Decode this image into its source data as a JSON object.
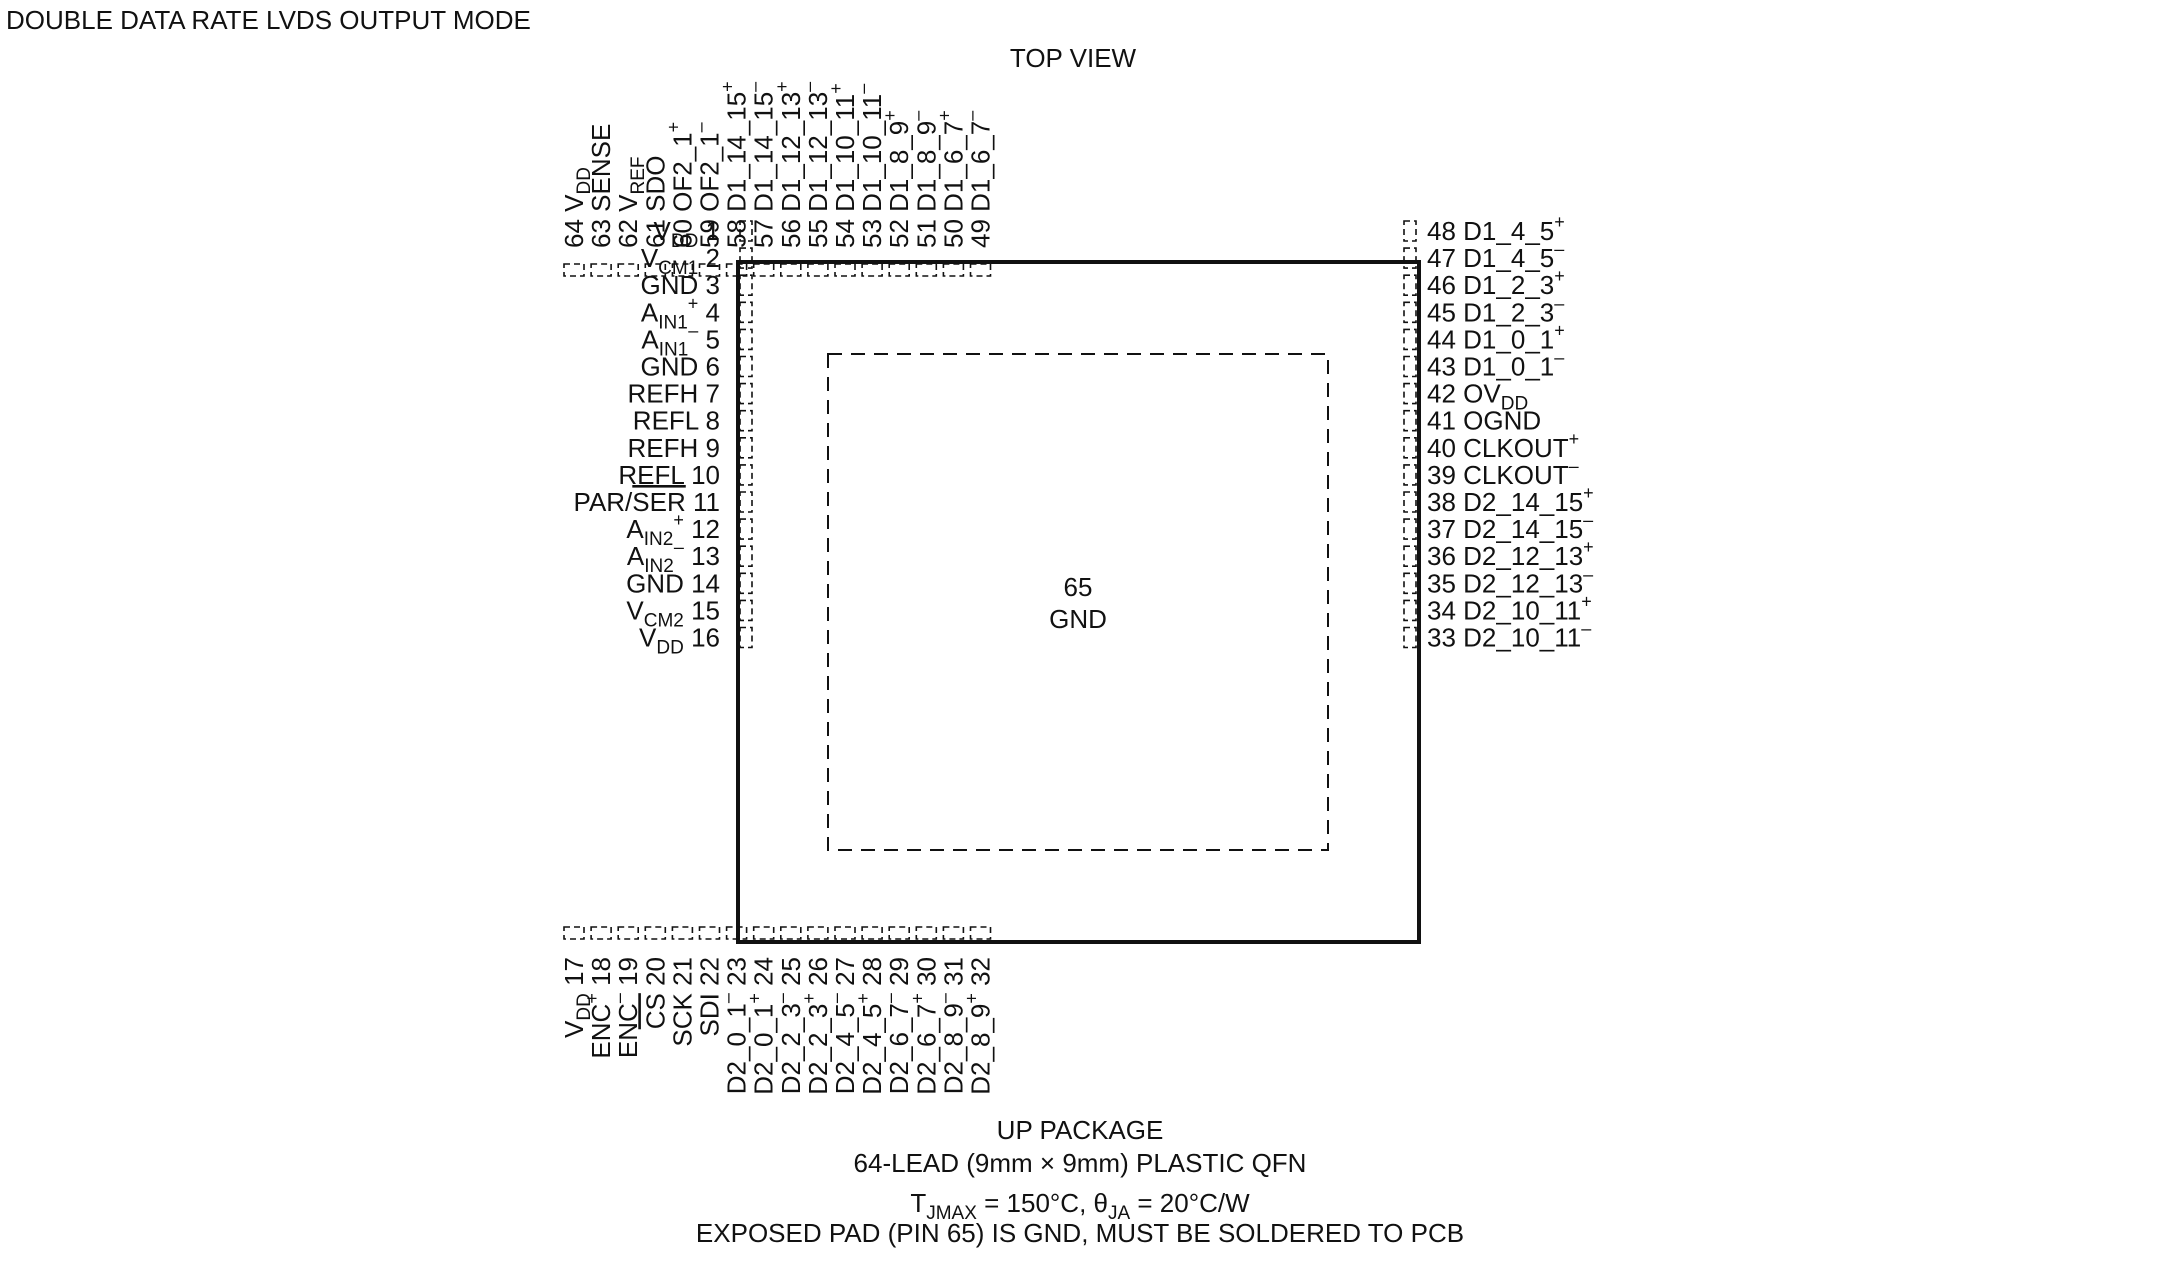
{
  "mode_title": "DOUBLE DATA RATE LVDS OUTPUT MODE",
  "view_label": "TOP VIEW",
  "center_pad": {
    "number": "65",
    "name": "GND"
  },
  "left_pins": [
    {
      "num": "1",
      "label": [
        {
          "t": "V"
        },
        {
          "t": "DD",
          "s": "sub"
        }
      ]
    },
    {
      "num": "2",
      "label": [
        {
          "t": "V"
        },
        {
          "t": "CM1",
          "s": "sub"
        }
      ]
    },
    {
      "num": "3",
      "label": [
        {
          "t": "GND"
        }
      ]
    },
    {
      "num": "4",
      "label": [
        {
          "t": "A"
        },
        {
          "t": "IN1",
          "s": "sub"
        },
        {
          "t": "+",
          "s": "sup"
        }
      ]
    },
    {
      "num": "5",
      "label": [
        {
          "t": "A"
        },
        {
          "t": "IN1",
          "s": "sub"
        },
        {
          "t": "–",
          "s": "sup"
        }
      ]
    },
    {
      "num": "6",
      "label": [
        {
          "t": "GND"
        }
      ]
    },
    {
      "num": "7",
      "label": [
        {
          "t": "REFH"
        }
      ]
    },
    {
      "num": "8",
      "label": [
        {
          "t": "REFL"
        }
      ]
    },
    {
      "num": "9",
      "label": [
        {
          "t": "REFH"
        }
      ]
    },
    {
      "num": "10",
      "label": [
        {
          "t": "REFL"
        }
      ]
    },
    {
      "num": "11",
      "label": [
        {
          "t": "PAR/"
        },
        {
          "t": "SER",
          "s": "over"
        }
      ]
    },
    {
      "num": "12",
      "label": [
        {
          "t": "A"
        },
        {
          "t": "IN2",
          "s": "sub"
        },
        {
          "t": "+",
          "s": "sup"
        }
      ]
    },
    {
      "num": "13",
      "label": [
        {
          "t": "A"
        },
        {
          "t": "IN2",
          "s": "sub"
        },
        {
          "t": "–",
          "s": "sup"
        }
      ]
    },
    {
      "num": "14",
      "label": [
        {
          "t": "GND"
        }
      ]
    },
    {
      "num": "15",
      "label": [
        {
          "t": "V"
        },
        {
          "t": "CM2",
          "s": "sub"
        }
      ]
    },
    {
      "num": "16",
      "label": [
        {
          "t": "V"
        },
        {
          "t": "DD",
          "s": "sub"
        }
      ]
    }
  ],
  "right_pins": [
    {
      "num": "48",
      "label": [
        {
          "t": "D1_4_5"
        },
        {
          "t": "+",
          "s": "sup"
        }
      ]
    },
    {
      "num": "47",
      "label": [
        {
          "t": "D1_4_5"
        },
        {
          "t": "–",
          "s": "sup"
        }
      ]
    },
    {
      "num": "46",
      "label": [
        {
          "t": "D1_2_3"
        },
        {
          "t": "+",
          "s": "sup"
        }
      ]
    },
    {
      "num": "45",
      "label": [
        {
          "t": "D1_2_3"
        },
        {
          "t": "–",
          "s": "sup"
        }
      ]
    },
    {
      "num": "44",
      "label": [
        {
          "t": "D1_0_1"
        },
        {
          "t": "+",
          "s": "sup"
        }
      ]
    },
    {
      "num": "43",
      "label": [
        {
          "t": "D1_0_1"
        },
        {
          "t": "–",
          "s": "sup"
        }
      ]
    },
    {
      "num": "42",
      "label": [
        {
          "t": "OV"
        },
        {
          "t": "DD",
          "s": "sub"
        }
      ]
    },
    {
      "num": "41",
      "label": [
        {
          "t": "OGND"
        }
      ]
    },
    {
      "num": "40",
      "label": [
        {
          "t": "CLKOUT"
        },
        {
          "t": "+",
          "s": "sup"
        }
      ]
    },
    {
      "num": "39",
      "label": [
        {
          "t": "CLKOUT"
        },
        {
          "t": "–",
          "s": "sup"
        }
      ]
    },
    {
      "num": "38",
      "label": [
        {
          "t": "D2_14_15"
        },
        {
          "t": "+",
          "s": "sup"
        }
      ]
    },
    {
      "num": "37",
      "label": [
        {
          "t": "D2_14_15"
        },
        {
          "t": "–",
          "s": "sup"
        }
      ]
    },
    {
      "num": "36",
      "label": [
        {
          "t": "D2_12_13"
        },
        {
          "t": "+",
          "s": "sup"
        }
      ]
    },
    {
      "num": "35",
      "label": [
        {
          "t": "D2_12_13"
        },
        {
          "t": "–",
          "s": "sup"
        }
      ]
    },
    {
      "num": "34",
      "label": [
        {
          "t": "D2_10_11"
        },
        {
          "t": "+",
          "s": "sup"
        }
      ]
    },
    {
      "num": "33",
      "label": [
        {
          "t": "D2_10_11"
        },
        {
          "t": "–",
          "s": "sup"
        }
      ]
    }
  ],
  "top_pins": [
    {
      "num": "64",
      "label": [
        {
          "t": "V"
        },
        {
          "t": "DD",
          "s": "sub"
        }
      ]
    },
    {
      "num": "63",
      "label": [
        {
          "t": "SENSE"
        }
      ]
    },
    {
      "num": "62",
      "label": [
        {
          "t": "V"
        },
        {
          "t": "REF",
          "s": "sub"
        }
      ]
    },
    {
      "num": "61",
      "label": [
        {
          "t": "SDO"
        }
      ]
    },
    {
      "num": "60",
      "label": [
        {
          "t": "OF2_1"
        },
        {
          "t": "+",
          "s": "sup"
        }
      ]
    },
    {
      "num": "59",
      "label": [
        {
          "t": "OF2_1"
        },
        {
          "t": "–",
          "s": "sup"
        }
      ]
    },
    {
      "num": "58",
      "label": [
        {
          "t": "D1_14_15"
        },
        {
          "t": "+",
          "s": "sup"
        }
      ]
    },
    {
      "num": "57",
      "label": [
        {
          "t": "D1_14_15"
        },
        {
          "t": "–",
          "s": "sup"
        }
      ]
    },
    {
      "num": "56",
      "label": [
        {
          "t": "D1_12_13"
        },
        {
          "t": "+",
          "s": "sup"
        }
      ]
    },
    {
      "num": "55",
      "label": [
        {
          "t": "D1_12_13"
        },
        {
          "t": "–",
          "s": "sup"
        }
      ]
    },
    {
      "num": "54",
      "label": [
        {
          "t": "D1_10_11"
        },
        {
          "t": "+",
          "s": "sup"
        }
      ]
    },
    {
      "num": "53",
      "label": [
        {
          "t": "D1_10_11"
        },
        {
          "t": "–",
          "s": "sup"
        }
      ]
    },
    {
      "num": "52",
      "label": [
        {
          "t": "D1_8_9"
        },
        {
          "t": "+",
          "s": "sup"
        }
      ]
    },
    {
      "num": "51",
      "label": [
        {
          "t": "D1_8_9"
        },
        {
          "t": "–",
          "s": "sup"
        }
      ]
    },
    {
      "num": "50",
      "label": [
        {
          "t": "D1_6_7"
        },
        {
          "t": "+",
          "s": "sup"
        }
      ]
    },
    {
      "num": "49",
      "label": [
        {
          "t": "D1_6_7"
        },
        {
          "t": "–",
          "s": "sup"
        }
      ]
    }
  ],
  "bottom_pins": [
    {
      "num": "17",
      "label": [
        {
          "t": "V"
        },
        {
          "t": "DD",
          "s": "sub"
        }
      ]
    },
    {
      "num": "18",
      "label": [
        {
          "t": "ENC"
        },
        {
          "t": "+",
          "s": "sup"
        }
      ]
    },
    {
      "num": "19",
      "label": [
        {
          "t": "ENC"
        },
        {
          "t": "–",
          "s": "sup"
        }
      ]
    },
    {
      "num": "20",
      "label": [
        {
          "t": "CS",
          "s": "over"
        }
      ]
    },
    {
      "num": "21",
      "label": [
        {
          "t": "SCK"
        }
      ]
    },
    {
      "num": "22",
      "label": [
        {
          "t": "SDI"
        }
      ]
    },
    {
      "num": "23",
      "label": [
        {
          "t": "D2_0_1"
        },
        {
          "t": "–",
          "s": "sup"
        }
      ]
    },
    {
      "num": "24",
      "label": [
        {
          "t": "D2_0_1"
        },
        {
          "t": "+",
          "s": "sup"
        }
      ]
    },
    {
      "num": "25",
      "label": [
        {
          "t": "D2_2_3"
        },
        {
          "t": "–",
          "s": "sup"
        }
      ]
    },
    {
      "num": "26",
      "label": [
        {
          "t": "D2_2_3"
        },
        {
          "t": "+",
          "s": "sup"
        }
      ]
    },
    {
      "num": "27",
      "label": [
        {
          "t": "D2_4_5"
        },
        {
          "t": "–",
          "s": "sup"
        }
      ]
    },
    {
      "num": "28",
      "label": [
        {
          "t": "D2_4_5"
        },
        {
          "t": "+",
          "s": "sup"
        }
      ]
    },
    {
      "num": "29",
      "label": [
        {
          "t": "D2_6_7"
        },
        {
          "t": "–",
          "s": "sup"
        }
      ]
    },
    {
      "num": "30",
      "label": [
        {
          "t": "D2_6_7"
        },
        {
          "t": "+",
          "s": "sup"
        }
      ]
    },
    {
      "num": "31",
      "label": [
        {
          "t": "D2_8_9"
        },
        {
          "t": "–",
          "s": "sup"
        }
      ]
    },
    {
      "num": "32",
      "label": [
        {
          "t": "D2_8_9"
        },
        {
          "t": "+",
          "s": "sup"
        }
      ]
    }
  ],
  "package": {
    "name": "UP PACKAGE",
    "description": "64-LEAD (9mm × 9mm) PLASTIC QFN",
    "thermal": [
      {
        "t": "T"
      },
      {
        "t": "JMAX",
        "s": "sub"
      },
      {
        "t": " = 150°C, θ"
      },
      {
        "t": "JA",
        "s": "sub"
      },
      {
        "t": " = 20°C/W"
      }
    ],
    "note": "EXPOSED PAD (PIN 65) IS GND, MUST BE SOLDERED TO PCB"
  }
}
